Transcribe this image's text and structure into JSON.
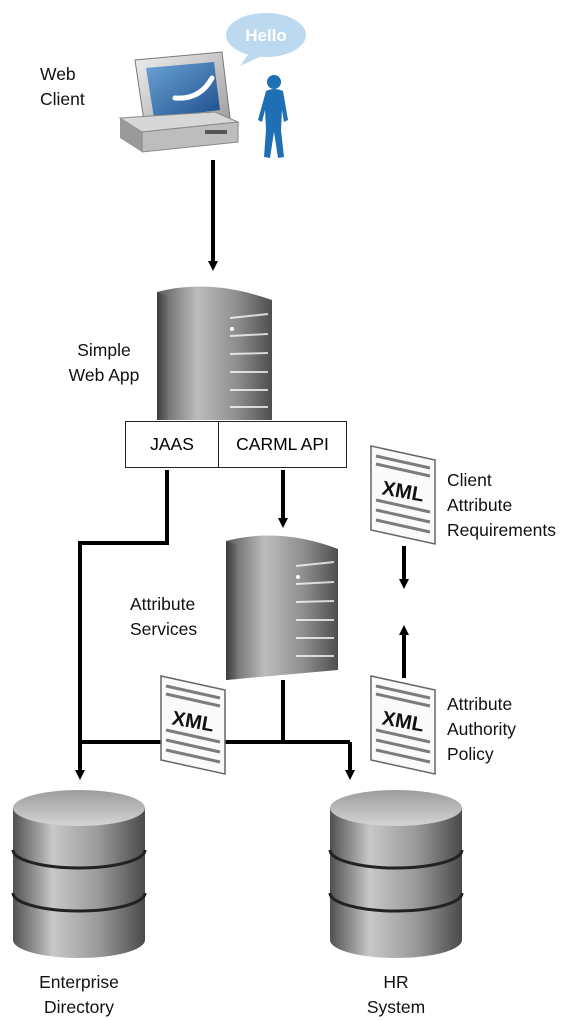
{
  "speech_bubble": {
    "text": "Hello"
  },
  "nodes": {
    "web_client": {
      "label": [
        "Web",
        "Client"
      ]
    },
    "simple_web_app": {
      "label": [
        "Simple",
        "Web App"
      ]
    },
    "attribute_services": {
      "label": [
        "Attribute",
        "Services"
      ]
    },
    "enterprise_directory": {
      "label": [
        "Enterprise",
        "Directory"
      ]
    },
    "hr_system": {
      "label": [
        "HR",
        "System"
      ]
    }
  },
  "api_box": {
    "jaas": "JAAS",
    "carml": "CARML API"
  },
  "documents": {
    "client_attr_req": {
      "icon_text": "XML",
      "label": [
        "Client",
        "Attribute",
        "Requirements"
      ]
    },
    "attr_authority_policy": {
      "icon_text": "XML",
      "label": [
        "Attribute",
        "Authority",
        "Policy"
      ]
    },
    "flow_doc": {
      "icon_text": "XML"
    }
  },
  "colors": {
    "line": "#000000",
    "person": "#1f6fb4",
    "bubble": "#bcd9ef",
    "server": "#7a7a7a"
  }
}
